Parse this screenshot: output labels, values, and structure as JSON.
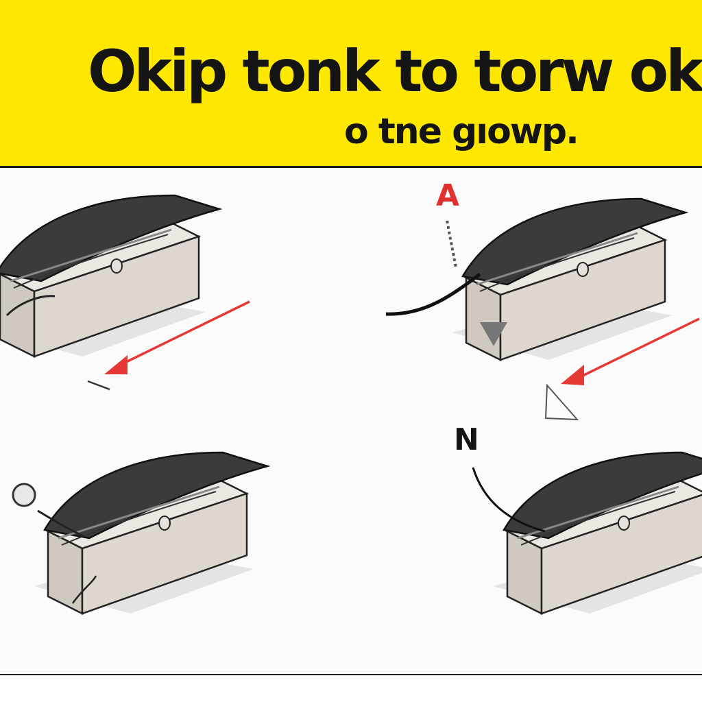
{
  "header": {
    "title": "Okip tonk to torw ok",
    "subtitle": "o tne gıowp."
  },
  "step_labels": {
    "a": "A",
    "n": "N"
  },
  "colors": {
    "banner": "#ffe800",
    "box": "#dcd6cf",
    "lid": "#3d3a3a",
    "arrow": "#e53935",
    "ink": "#141414"
  }
}
